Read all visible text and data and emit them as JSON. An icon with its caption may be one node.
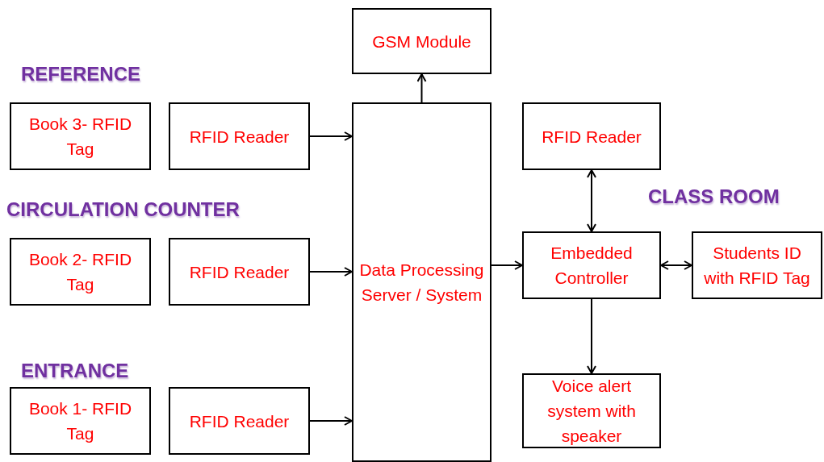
{
  "diagram": {
    "nodes": [
      {
        "text": [
          "GSM Module"
        ]
      },
      {
        "text": [
          "Book 3- RFID Tag"
        ]
      },
      {
        "text": [
          "RFID Reader"
        ]
      },
      {
        "text": [
          "Data Processing Server / System"
        ]
      },
      {
        "text": [
          "RFID Reader"
        ]
      },
      {
        "text": [
          "Book 2- RFID Tag"
        ]
      },
      {
        "text": [
          "RFID Reader"
        ]
      },
      {
        "text": [
          "Embedded Controller"
        ]
      },
      {
        "text": [
          "Students ID with RFID Tag"
        ]
      },
      {
        "text": [
          "Book 1- RFID Tag"
        ]
      },
      {
        "text": [
          "RFID Reader"
        ]
      },
      {
        "text": [
          "Voice alert system with speaker"
        ]
      }
    ],
    "edges": [
      {
        "from": 3,
        "to": 0,
        "arrow": "to"
      },
      {
        "from": 2,
        "to": 3,
        "arrow": "to"
      },
      {
        "from": 6,
        "to": 3,
        "arrow": "to"
      },
      {
        "from": 10,
        "to": 3,
        "arrow": "to"
      },
      {
        "from": 3,
        "to": 7,
        "arrow": "to"
      },
      {
        "from": 4,
        "to": 7,
        "arrow": "both"
      },
      {
        "from": 7,
        "to": 8,
        "arrow": "both"
      },
      {
        "from": 7,
        "to": 11,
        "arrow": "to"
      }
    ],
    "labels": [
      "REFERENCE",
      "CLASS ROOM",
      "CIRCULATION COUNTER",
      "ENTRANCE"
    ]
  }
}
